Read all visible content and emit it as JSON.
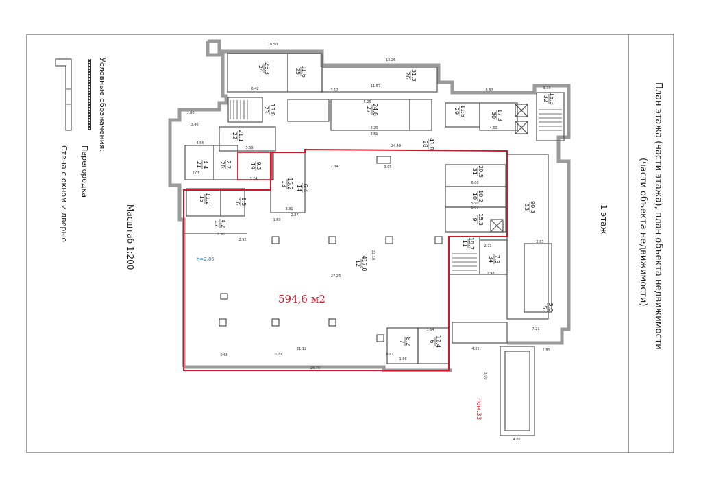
{
  "drawing": {
    "title_line1": "План этажа (части этажа), план объекта недвижимости",
    "title_line2": "(части объекта недвижимости)",
    "floor": "1 этаж",
    "scale": "Масштаб 1:200",
    "legend_title": "Условные обозначения:",
    "legend_partition": "Перегородка",
    "legend_wall": "Стена с окном и дверью",
    "area": "594,6 м2",
    "room_ref": "пом.33",
    "ceiling_height": "h=2.85"
  },
  "colors": {
    "highlight": "#d0182a",
    "wall": "#9a9a9a",
    "line": "#333333",
    "note": "#2a7fc0"
  },
  "rooms": [
    {
      "id": "r24",
      "num": "24",
      "area": "26.3"
    },
    {
      "id": "r25",
      "num": "25",
      "area": "11.6"
    },
    {
      "id": "r26",
      "num": "26",
      "area": "31.3"
    },
    {
      "id": "r23",
      "num": "23",
      "area": "13.8"
    },
    {
      "id": "r27",
      "num": "27",
      "area": "24.8"
    },
    {
      "id": "r29",
      "num": "29",
      "area": "11.5"
    },
    {
      "id": "r30",
      "num": "30",
      "area": "17.3"
    },
    {
      "id": "r32",
      "num": "32",
      "area": "15.3"
    },
    {
      "id": "r22",
      "num": "22",
      "area": "21.1"
    },
    {
      "id": "r28",
      "num": "28",
      "area": "41.8"
    },
    {
      "id": "r31",
      "num": "31",
      "area": "20.5"
    },
    {
      "id": "r33",
      "num": "33",
      "area": "90.3"
    },
    {
      "id": "r21",
      "num": "21",
      "area": "4.4"
    },
    {
      "id": "r20",
      "num": "20",
      "area": "2.2"
    },
    {
      "id": "r19",
      "num": "19",
      "area": "9.3"
    },
    {
      "id": "r13",
      "num": "13",
      "area": "15.2"
    },
    {
      "id": "r15",
      "num": "15",
      "area": "11.2"
    },
    {
      "id": "r16",
      "num": "16",
      "area": "8.5"
    },
    {
      "id": "r14",
      "num": "14",
      "area": "6.4"
    },
    {
      "id": "r17",
      "num": "17",
      "area": "4.2"
    },
    {
      "id": "r11",
      "num": "11",
      "area": "19.7"
    },
    {
      "id": "r10",
      "num": "10",
      "area": "10.2"
    },
    {
      "id": "r9",
      "num": "9",
      "area": "15.3"
    },
    {
      "id": "r12",
      "num": "12",
      "area": "417.0"
    },
    {
      "id": "r34",
      "num": "34",
      "area": "7.3"
    },
    {
      "id": "r5",
      "num": "5",
      "area": "5.0"
    },
    {
      "id": "r7",
      "num": "7",
      "area": "8.2"
    },
    {
      "id": "r6",
      "num": "6",
      "area": "12.4"
    }
  ],
  "dimensions": [
    {
      "id": "d1",
      "text": "10.50"
    },
    {
      "id": "d2",
      "text": "13.26"
    },
    {
      "id": "d3",
      "text": "6.42"
    },
    {
      "id": "d4",
      "text": "11.57"
    },
    {
      "id": "d5",
      "text": "3.73"
    },
    {
      "id": "d6",
      "text": "8.87"
    },
    {
      "id": "d7",
      "text": "3.12"
    },
    {
      "id": "d8",
      "text": "5.25"
    },
    {
      "id": "d9",
      "text": "8.20"
    },
    {
      "id": "d10",
      "text": "8.51"
    },
    {
      "id": "d11",
      "text": "3.90"
    },
    {
      "id": "d12",
      "text": "3.40"
    },
    {
      "id": "d13",
      "text": "4.56"
    },
    {
      "id": "d14",
      "text": "5.59"
    },
    {
      "id": "d15",
      "text": "24.49"
    },
    {
      "id": "d16",
      "text": "3.05"
    },
    {
      "id": "d17",
      "text": "2.34"
    },
    {
      "id": "d18",
      "text": "6.00"
    },
    {
      "id": "d19",
      "text": "5.90"
    },
    {
      "id": "d20",
      "text": "6.07"
    },
    {
      "id": "d21",
      "text": "7.30"
    },
    {
      "id": "d22",
      "text": "2.92"
    },
    {
      "id": "d23",
      "text": "22.10"
    },
    {
      "id": "d24",
      "text": "27.26"
    },
    {
      "id": "d25",
      "text": "21.12"
    },
    {
      "id": "d26",
      "text": "26.70"
    },
    {
      "id": "d27",
      "text": "2.71"
    },
    {
      "id": "d28",
      "text": "2.98"
    },
    {
      "id": "d29",
      "text": "4.60"
    },
    {
      "id": "d30",
      "text": "2.65"
    },
    {
      "id": "d31",
      "text": "7.21"
    },
    {
      "id": "d32",
      "text": "4.85"
    },
    {
      "id": "d33",
      "text": "1.80"
    },
    {
      "id": "d34",
      "text": "3.00"
    },
    {
      "id": "d35",
      "text": "4.00"
    },
    {
      "id": "d36",
      "text": "3.64"
    },
    {
      "id": "d37",
      "text": "1.86"
    },
    {
      "id": "d38",
      "text": "0.81"
    },
    {
      "id": "d39",
      "text": "0.73"
    },
    {
      "id": "d40",
      "text": "0.68"
    },
    {
      "id": "d41",
      "text": "3.24"
    },
    {
      "id": "d42",
      "text": "2.05"
    },
    {
      "id": "d43",
      "text": "3.31"
    },
    {
      "id": "d44",
      "text": "2.87"
    },
    {
      "id": "d45",
      "text": "1.50"
    }
  ]
}
